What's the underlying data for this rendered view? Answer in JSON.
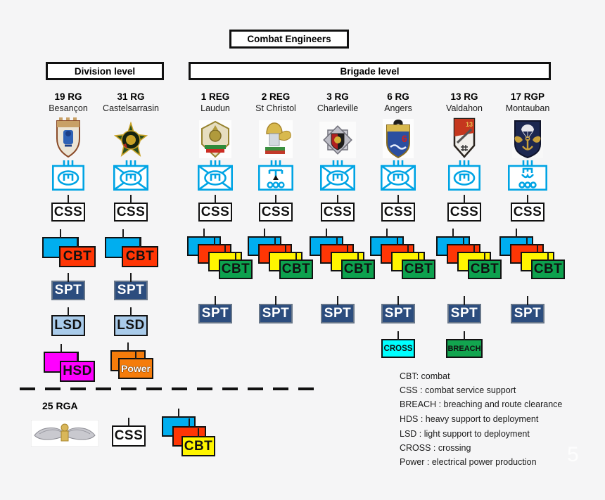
{
  "page": {
    "number": "5"
  },
  "header": {
    "title": "Combat Engineers",
    "division_label": "Division level",
    "brigade_label": "Brigade level"
  },
  "colors": {
    "symbol_cyan": "#00A4E4",
    "cbt_cyan": "#00AEEF",
    "cbt_red": "#FF3605",
    "cbt_yellow": "#FFF500",
    "cbt_green": "#0DA14E",
    "spt_navy": "#2C4D7E",
    "lsd_blue": "#A9CBEA",
    "hsd_magenta": "#FF00FF",
    "power_orange": "#F57C0B",
    "cross_aqua": "#00FFFF",
    "breach_green": "#12A54F"
  },
  "unit_labels": {
    "CSS": "CSS",
    "CBT": "CBT",
    "SPT": "SPT",
    "LSD": "LSD",
    "HSD": "HSD",
    "POWER": "Power",
    "CROSS": "CROSS",
    "BREACH": "BREACH"
  },
  "columns": [
    {
      "id": "19rg",
      "name": "19 RG",
      "city": "Besançon",
      "level": "division",
      "insignia": "insignia-19rg",
      "symbol": "engineer",
      "units": [
        "CSS",
        "CBT",
        "SPT",
        "LSD",
        "HSD"
      ]
    },
    {
      "id": "31rg",
      "name": "31 RG",
      "city": "Castelsarrasin",
      "level": "division",
      "insignia": "insignia-31rg",
      "symbol": "engineer-crossed",
      "units": [
        "CSS",
        "CBT",
        "SPT",
        "LSD",
        "POWER"
      ]
    },
    {
      "id": "1reg",
      "name": "1 REG",
      "city": "Laudun",
      "level": "brigade",
      "insignia": "insignia-1reg",
      "symbol": "engineer-crossed",
      "units": [
        "CSS",
        "CBT",
        "SPT"
      ]
    },
    {
      "id": "2reg",
      "name": "2 REG",
      "city": "St Christol",
      "level": "brigade",
      "insignia": "insignia-2reg",
      "symbol": "engineer-drilling",
      "units": [
        "CSS",
        "CBT",
        "SPT"
      ]
    },
    {
      "id": "3rg",
      "name": "3 RG",
      "city": "Charleville",
      "level": "brigade",
      "insignia": "insignia-3rg",
      "symbol": "engineer-crossed",
      "units": [
        "CSS",
        "CBT",
        "SPT"
      ]
    },
    {
      "id": "6rg",
      "name": "6 RG",
      "city": "Angers",
      "level": "brigade",
      "insignia": "insignia-6rg",
      "symbol": "engineer-crossed",
      "units": [
        "CSS",
        "CBT",
        "SPT",
        "CROSS"
      ]
    },
    {
      "id": "13rg",
      "name": "13 RG",
      "city": "Valdahon",
      "level": "brigade",
      "insignia": "insignia-13rg",
      "symbol": "engineer",
      "units": [
        "CSS",
        "CBT",
        "SPT",
        "BREACH"
      ]
    },
    {
      "id": "17rgp",
      "name": "17 RGP",
      "city": "Montauban",
      "level": "brigade",
      "insignia": "insignia-17rgp",
      "symbol": "engineer-airborne",
      "units": [
        "CSS",
        "CBT",
        "SPT"
      ]
    }
  ],
  "bottom": {
    "name": "25 RGA",
    "insignia": "insignia-25rga",
    "units": [
      "CSS",
      "CBT"
    ]
  },
  "legend": {
    "lines": [
      "CBT: combat",
      "CSS : combat service support",
      "BREACH : breaching and route clearance",
      "HDS : heavy support to deployment",
      "LSD : light support to deployment",
      "CROSS : crossing",
      "Power : electrical power production"
    ]
  }
}
